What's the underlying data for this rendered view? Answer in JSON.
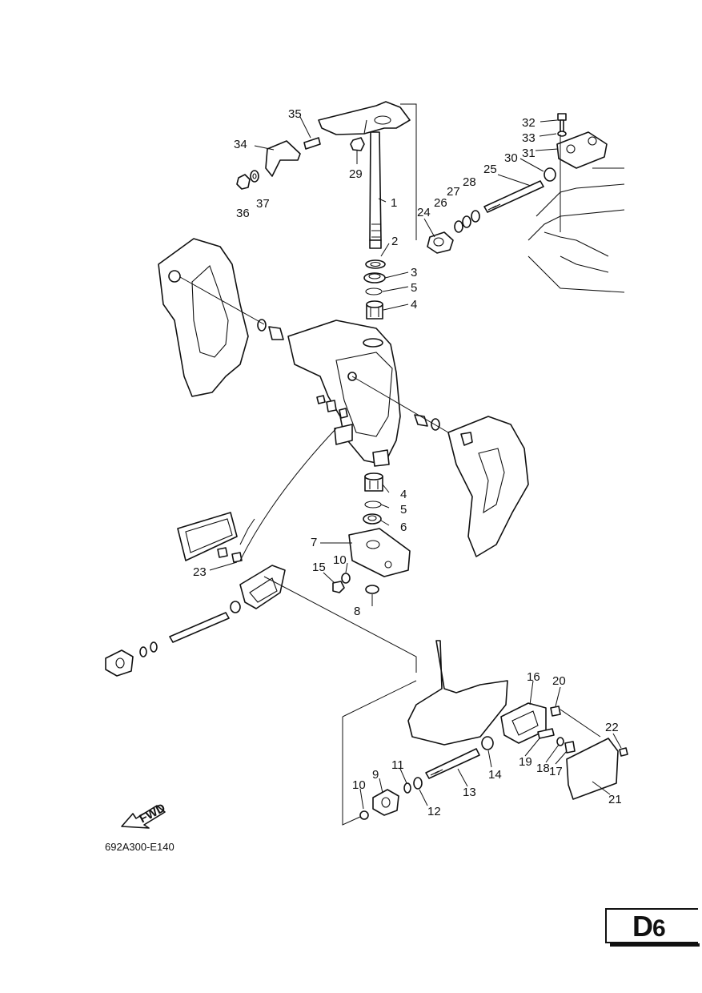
{
  "diagram_code": "692A300-E140",
  "page_id": {
    "letter": "D",
    "number": "6"
  },
  "fwd_label": "FWD",
  "callouts": [
    "1",
    "2",
    "3",
    "4",
    "5",
    "6",
    "7",
    "8",
    "9",
    "10",
    "11",
    "12",
    "13",
    "14",
    "15",
    "16",
    "17",
    "18",
    "19",
    "20",
    "21",
    "22",
    "23",
    "24",
    "25",
    "26",
    "27",
    "28",
    "29",
    "30",
    "31",
    "32",
    "33",
    "34",
    "35",
    "36",
    "37"
  ],
  "callout_labels": {
    "n1": "1",
    "n2": "2",
    "n3": "3",
    "n4a": "4",
    "n4b": "4",
    "n5a": "5",
    "n5b": "5",
    "n6": "6",
    "n7": "7",
    "n8": "8",
    "n9": "9",
    "n10a": "10",
    "n10b": "10",
    "n11": "11",
    "n12": "12",
    "n13": "13",
    "n14": "14",
    "n15": "15",
    "n16": "16",
    "n17": "17",
    "n18": "18",
    "n19": "19",
    "n20": "20",
    "n21": "21",
    "n22": "22",
    "n23": "23",
    "n24": "24",
    "n25": "25",
    "n26": "26",
    "n27": "27",
    "n28": "28",
    "n29": "29",
    "n30": "30",
    "n31": "31",
    "n32": "32",
    "n33": "33",
    "n34": "34",
    "n35": "35",
    "n36": "36",
    "n37": "37"
  }
}
